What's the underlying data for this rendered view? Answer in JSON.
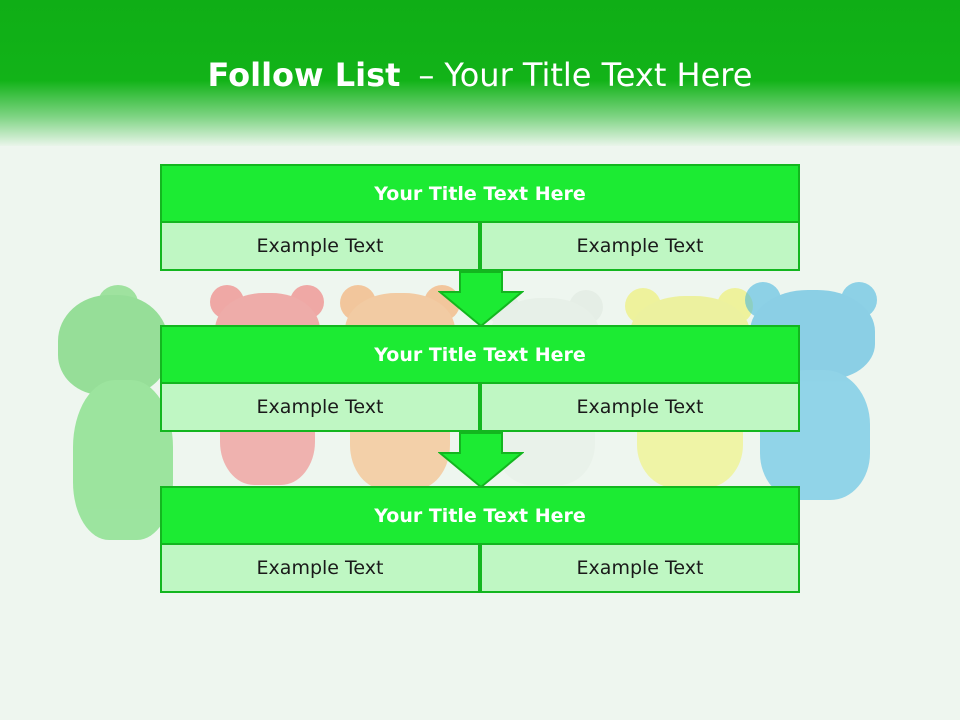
{
  "slide": {
    "title_bold": "Follow List",
    "title_dash": "–",
    "title_rest": "Your Title Text Here"
  },
  "blocks": [
    {
      "title": "Your Title Text Here",
      "left": "Example Text",
      "right": "Example Text"
    },
    {
      "title": "Your Title Text Here",
      "left": "Example Text",
      "right": "Example Text"
    },
    {
      "title": "Your Title Text Here",
      "left": "Example Text",
      "right": "Example Text"
    }
  ],
  "colors": {
    "header_green": "#12b318",
    "title_box_fill": "#1ceb33",
    "cell_fill": "#bff7c3",
    "border": "#13b61f"
  }
}
